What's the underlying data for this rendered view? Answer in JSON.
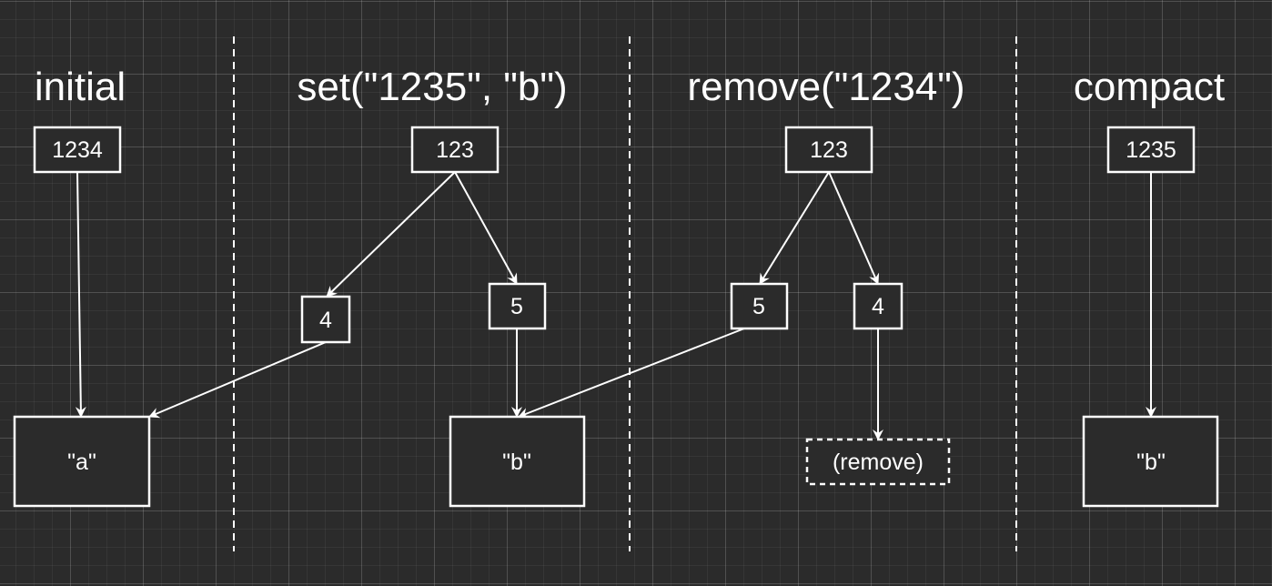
{
  "sections": [
    {
      "title": "initial"
    },
    {
      "title": "set(\"1235\", \"b\")"
    },
    {
      "title": "remove(\"1234\")"
    },
    {
      "title": "compact"
    }
  ],
  "nodes": {
    "initial_key": "1234",
    "initial_value": "\"a\"",
    "set_root": "123",
    "set_child_4": "4",
    "set_child_5": "5",
    "set_value_b": "\"b\"",
    "remove_root": "123",
    "remove_child_5": "5",
    "remove_child_4": "4",
    "remove_marker": "(remove)",
    "compact_key": "1235",
    "compact_value": "\"b\""
  },
  "colors": {
    "background": "#2b2b2b",
    "foreground": "#ffffff"
  }
}
